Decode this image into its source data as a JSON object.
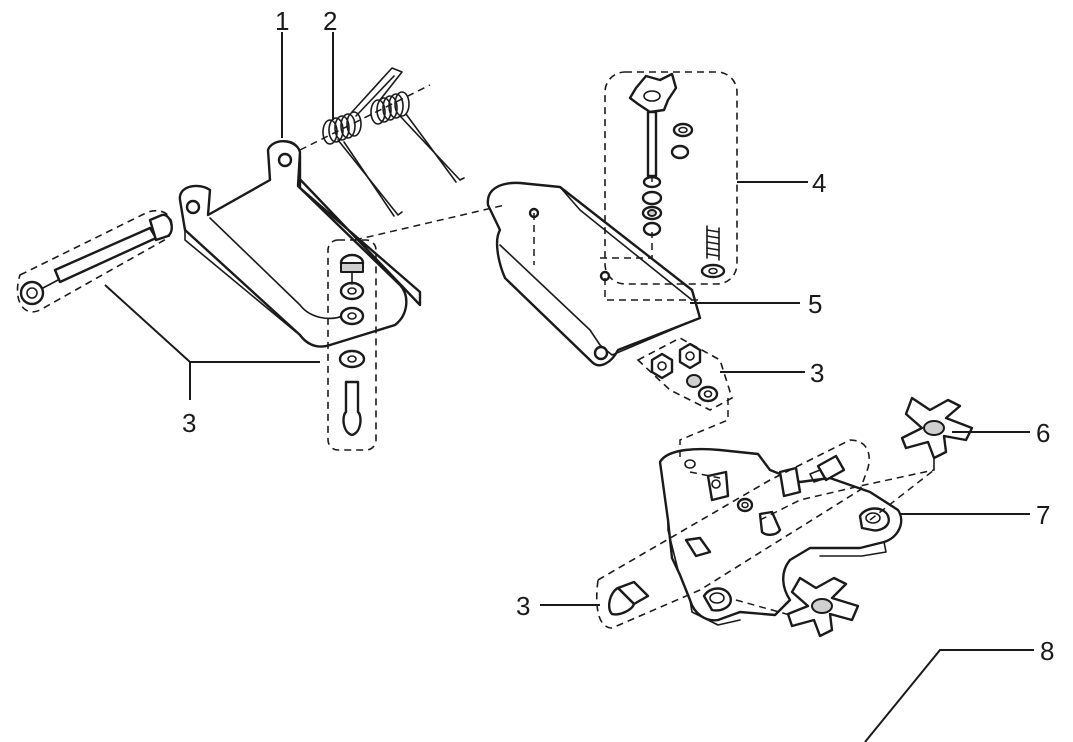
{
  "diagram": {
    "callouts": {
      "c1": "1",
      "c2": "2",
      "c3_left": "3",
      "c3_mid": "3",
      "c3_bottom": "3",
      "c4": "4",
      "c5": "5",
      "c6": "6",
      "c7": "7",
      "c8": "8"
    }
  }
}
